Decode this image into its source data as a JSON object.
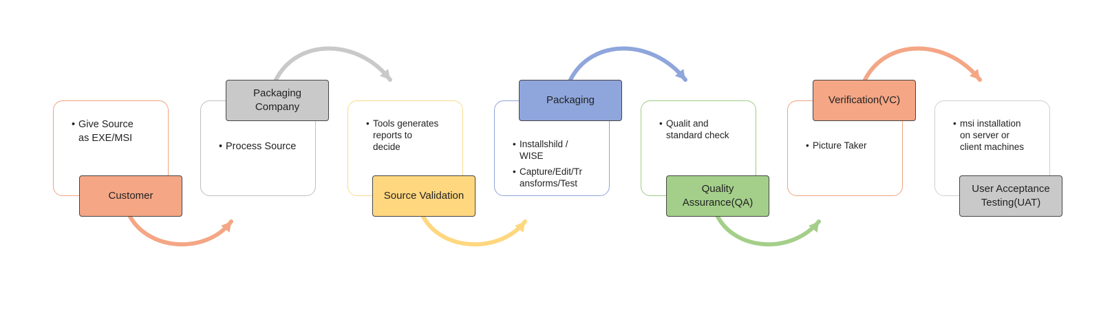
{
  "stages": [
    {
      "key": "customer",
      "title": "Customer",
      "bullets": [
        "Give Source\nas EXE/MSI"
      ],
      "color": "#f4a685",
      "border": "#f0a27e",
      "label_pos": "bottom",
      "arrow": "down"
    },
    {
      "key": "packaging-company",
      "title": "Packaging\nCompany",
      "bullets": [
        "Process Source"
      ],
      "color": "#c9c9c9",
      "border": "#bdbdbd",
      "label_pos": "top",
      "arrow": "up"
    },
    {
      "key": "source-validation",
      "title": "Source Validation",
      "bullets": [
        "Tools generates\nreports to\ndecide"
      ],
      "color": "#ffd77f",
      "border": "#f7d98a",
      "label_pos": "bottom",
      "arrow": "down"
    },
    {
      "key": "packaging",
      "title": "Packaging",
      "bullets": [
        "Installshild /\nWISE",
        "Capture/Edit/Tr\nansforms/Test"
      ],
      "color": "#8fa6dc",
      "border": "#8ea2d6",
      "label_pos": "top",
      "arrow": "up"
    },
    {
      "key": "quality-assurance",
      "title": "Quality\nAssurance(QA)",
      "bullets": [
        "Qualit and\nstandard check"
      ],
      "color": "#a4cf8a",
      "border": "#9ccc82",
      "label_pos": "bottom",
      "arrow": "down"
    },
    {
      "key": "verification",
      "title": "Verification(VC)",
      "bullets": [
        "Picture Taker"
      ],
      "color": "#f4a685",
      "border": "#f0a27e",
      "label_pos": "top",
      "arrow": "up"
    },
    {
      "key": "uat",
      "title": "User Acceptance\nTesting(UAT)",
      "bullets": [
        "msi installation\non server or\nclient machines"
      ],
      "color": "#c9c9c9",
      "border": "#cfcfcf",
      "label_pos": "bottom",
      "arrow": "none"
    }
  ]
}
